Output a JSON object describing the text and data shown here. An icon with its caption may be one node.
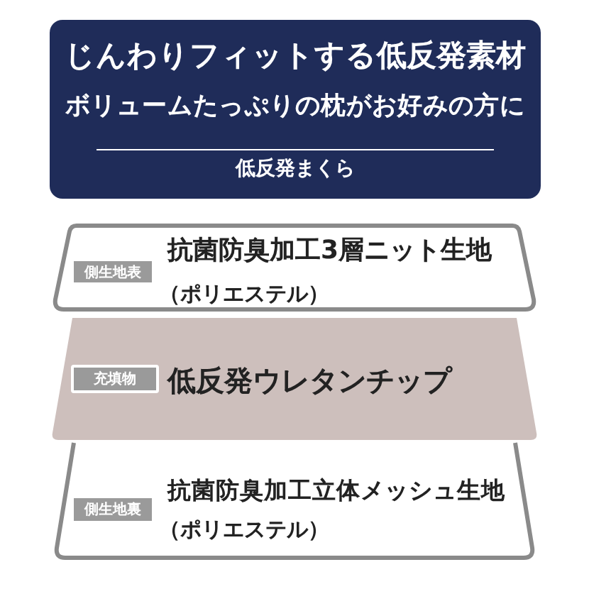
{
  "diagram": {
    "nodes": [
      {
        "text": [
          "じんわりフィットする低反発素材",
          "ボリュームたっぷりの枕がお好みの方に",
          "低反発まくら"
        ]
      },
      {
        "text": [
          "抗菌防臭加工3層ニット生地",
          "（ポリエステル）"
        ]
      },
      {
        "text": [
          "側生地表"
        ],
        "in": 1
      },
      {
        "text": [
          "低反発ウレタンチップ"
        ]
      },
      {
        "text": [
          "充填物"
        ],
        "in": 3
      },
      {
        "text": [
          "抗菌防臭加工立体メッシュ生地",
          "（ポリエステル）"
        ]
      },
      {
        "text": [
          "側生地裏"
        ],
        "in": 5
      }
    ]
  }
}
